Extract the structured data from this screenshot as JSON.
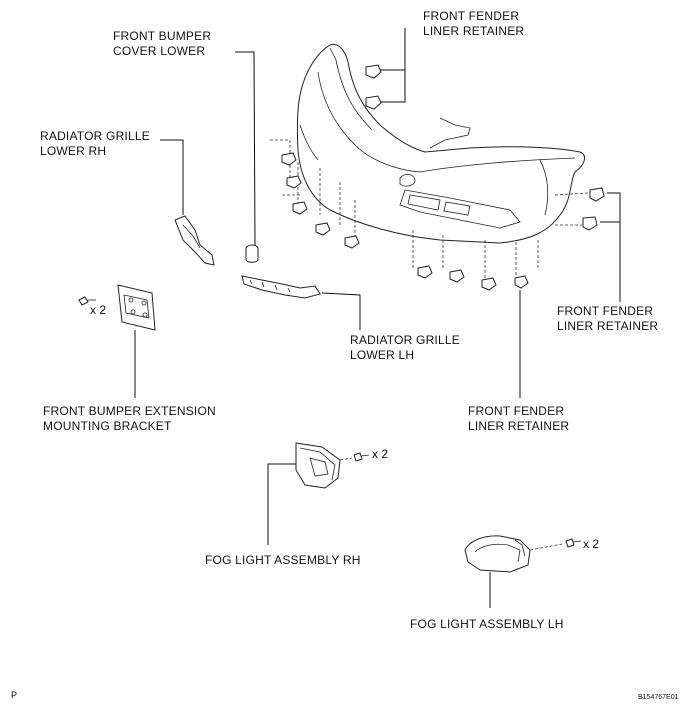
{
  "labels": {
    "front_fender_liner_retainer_top": [
      "FRONT FENDER",
      "LINER RETAINER"
    ],
    "front_bumper_cover_lower": [
      "FRONT BUMPER",
      "COVER LOWER"
    ],
    "radiator_grille_lower_rh": [
      "RADIATOR GRILLE",
      "LOWER RH"
    ],
    "front_fender_liner_retainer_right": [
      "FRONT FENDER",
      "LINER RETAINER"
    ],
    "radiator_grille_lower_lh": [
      "RADIATOR GRILLE",
      "LOWER LH"
    ],
    "front_fender_liner_retainer_bottom": [
      "FRONT FENDER",
      "LINER RETAINER"
    ],
    "front_bumper_extension_mounting_bracket": [
      "FRONT BUMPER EXTENSION",
      "MOUNTING BRACKET"
    ],
    "fog_light_assembly_rh": "FOG LIGHT ASSEMBLY RH",
    "fog_light_assembly_lh": "FOG LIGHT ASSEMBLY LH"
  },
  "quantities": {
    "bracket_screws": "x 2",
    "fog_rh_screws": "x 2",
    "fog_lh_screws": "x 2"
  },
  "figure_code": "B154767E01",
  "page_marker": "P"
}
